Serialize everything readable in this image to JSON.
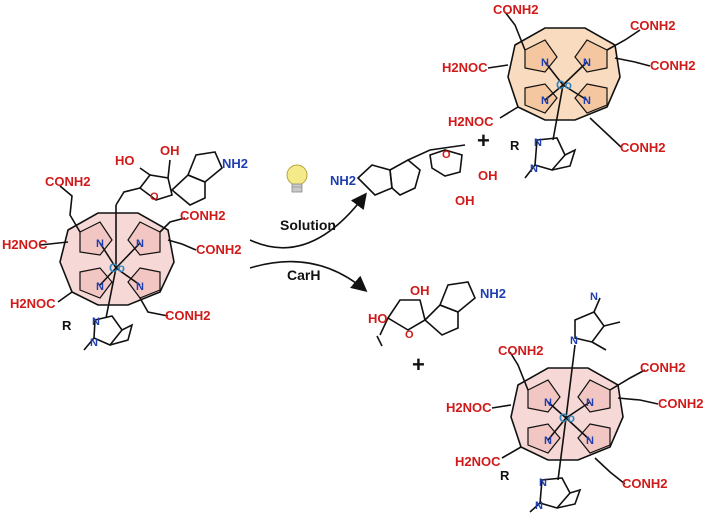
{
  "conditions": {
    "solution": "Solution",
    "carh": "CarH"
  },
  "plus_sign": "+",
  "labels": {
    "conh2": "CONH2",
    "h2noc": "H2NOC",
    "nh2": "NH2",
    "co": "Co",
    "n": "N",
    "r": "R",
    "oh": "OH",
    "ho": "HO",
    "o": "O"
  },
  "colors": {
    "corrin_fill": "#f6d9d6",
    "corrin_fill_top": "#f9dcc0",
    "bulb_fill": "#f5ea8a",
    "nitrogen": "#1f3fb0",
    "oxygen": "#d11a1a",
    "cobalt": "#2e86c1"
  }
}
